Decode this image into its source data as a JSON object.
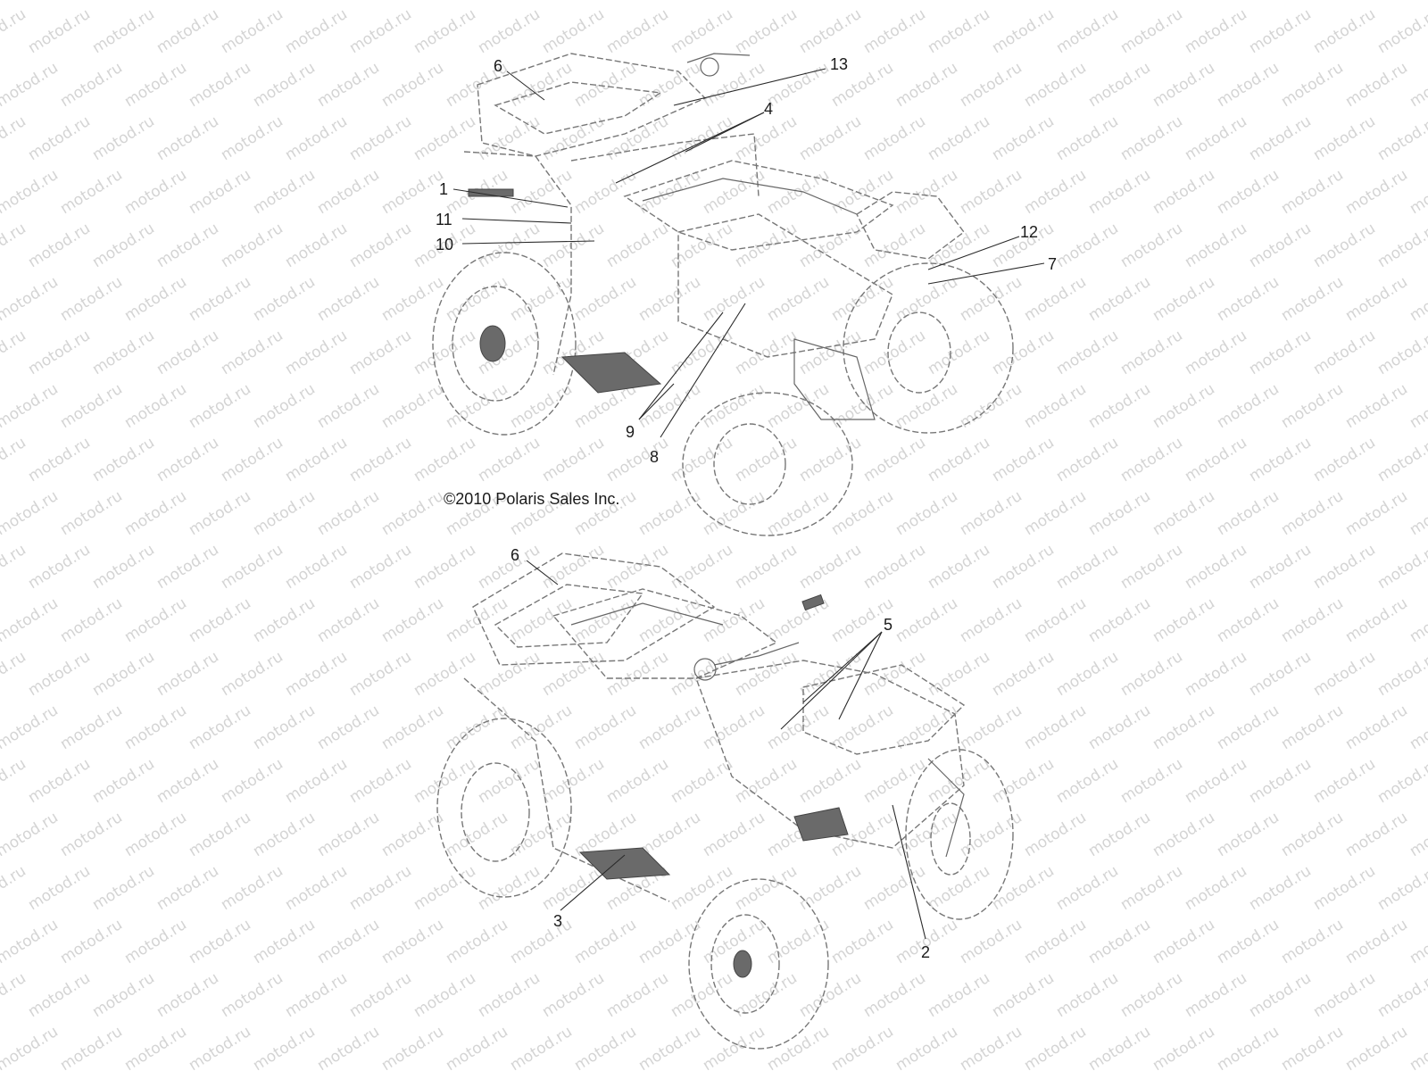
{
  "watermark": "motod.ru",
  "copyright": "©2010 Polaris Sales Inc.",
  "callouts_top": [
    "1",
    "11",
    "10",
    "6",
    "13",
    "4",
    "12",
    "7",
    "9",
    "8"
  ],
  "callouts_bottom": [
    "6",
    "5",
    "3",
    "2"
  ],
  "colors": {
    "line": "#777777",
    "text": "#1a1a1a",
    "watermark": "#d4d4d4"
  },
  "icons": [
    "atv-rear-left-view",
    "atv-front-right-view"
  ]
}
